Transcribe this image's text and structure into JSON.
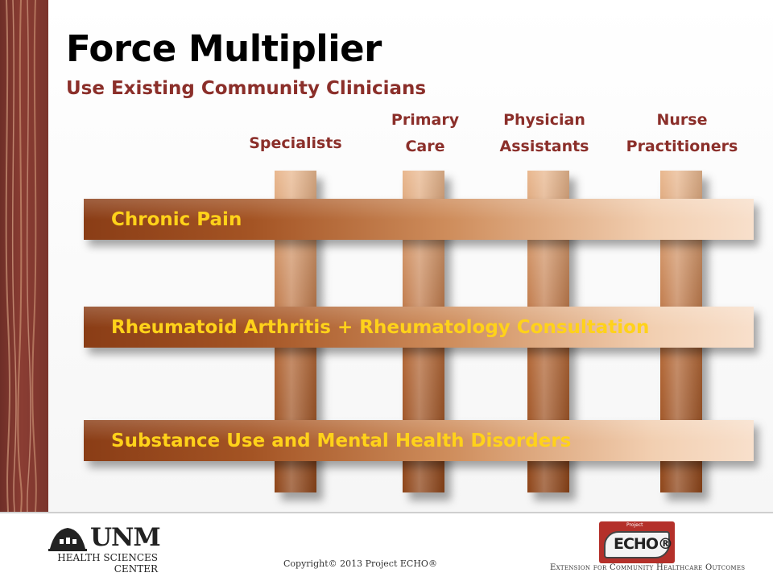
{
  "slide": {
    "title": "Force Multiplier",
    "subtitle": "Use Existing Community Clinicians"
  },
  "columns": [
    {
      "label": "Specialists"
    },
    {
      "label": "Primary\nCare"
    },
    {
      "label": "Physician\nAssistants"
    },
    {
      "label": "Nurse\nPractitioners"
    }
  ],
  "rows": [
    {
      "label": "Chronic Pain"
    },
    {
      "label": "Rheumatoid Arthritis + Rheumatology Consultation"
    },
    {
      "label": "Substance Use and Mental Health Disorders"
    }
  ],
  "footer": {
    "unm": "UNM",
    "unm_sub": "HEALTH SCIENCES\nCENTER",
    "copyright": "Copyright© 2013 Project ECHO®",
    "echo_small": "Project",
    "echo": "ECHO®",
    "tagline": "Extension for Community Healthcare Outcomes"
  },
  "colors": {
    "accent": "#8b2f2a",
    "row_text": "#ffd21a"
  }
}
